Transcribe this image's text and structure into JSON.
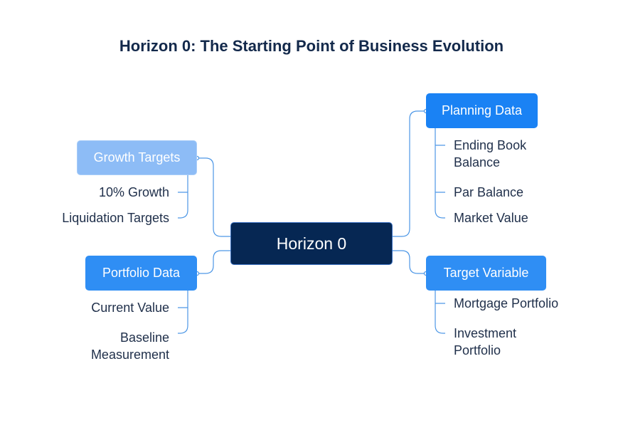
{
  "title": "Horizon 0: The Starting Point of Business Evolution",
  "center": "Horizon 0",
  "branches": {
    "growth": {
      "label": "Growth Targets",
      "leaves": [
        "10% Growth",
        "Liquidation Targets"
      ]
    },
    "portfolio": {
      "label": "Portfolio Data",
      "leaves": [
        "Current Value",
        "Baseline Measurement"
      ]
    },
    "planning": {
      "label": "Planning Data",
      "leaves": [
        "Ending Book Balance",
        "Par Balance",
        "Market Value"
      ]
    },
    "target": {
      "label": "Target Variable",
      "leaves": [
        "Mortgage Portfolio",
        "Investment Portfolio"
      ]
    }
  },
  "colors": {
    "center": "#062753",
    "growth": "#8dbcf6",
    "portfolio": "#2f8ef4",
    "planning": "#1a82f4",
    "target": "#2f8ef4",
    "connector": "#4d97e6"
  }
}
